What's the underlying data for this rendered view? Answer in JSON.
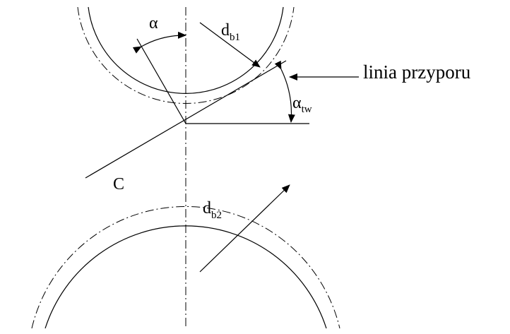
{
  "labels": {
    "alpha": "α",
    "db1_main": "d",
    "db1_sub": "b1",
    "db2_main": "d",
    "db2_sub": "b2",
    "alpha_tw_main": "α",
    "alpha_tw_sub": "tw",
    "point_c": "C",
    "caption": "linia przyporu"
  }
}
